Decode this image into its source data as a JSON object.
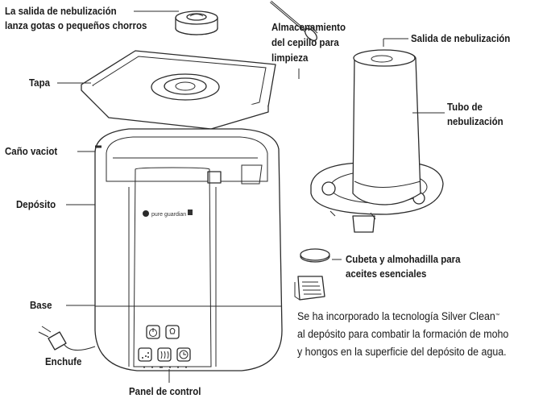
{
  "labels": {
    "nozzle": [
      "La salida de nebulización",
      "lanza gotas o pequeños chorros"
    ],
    "brush": [
      "Almacenamiento",
      "del cepillo para",
      "limpieza"
    ],
    "mist_outlet": "Salida de nebulización",
    "lid": "Tapa",
    "mist_tube": [
      "Tubo de",
      "nebulización"
    ],
    "spout": "Caño vaciot",
    "tank": "Depósito",
    "tray": [
      "Cubeta y almohadilla para",
      "aceites esenciales"
    ],
    "base": "Base",
    "plug": "Enchufe",
    "panel": "Panel de control",
    "brand": "pure guardian"
  },
  "note": {
    "line1_pre": "Se ha incorporado la tecnología Silver Clean",
    "trademark": "™",
    "line2": "al depósito para combatir la formación de moho",
    "line3": "y hongos en la superficie del depósito de agua."
  },
  "colors": {
    "ink": "#1a1a1a",
    "line": "#2b2b2b",
    "fill": "#ffffff"
  }
}
